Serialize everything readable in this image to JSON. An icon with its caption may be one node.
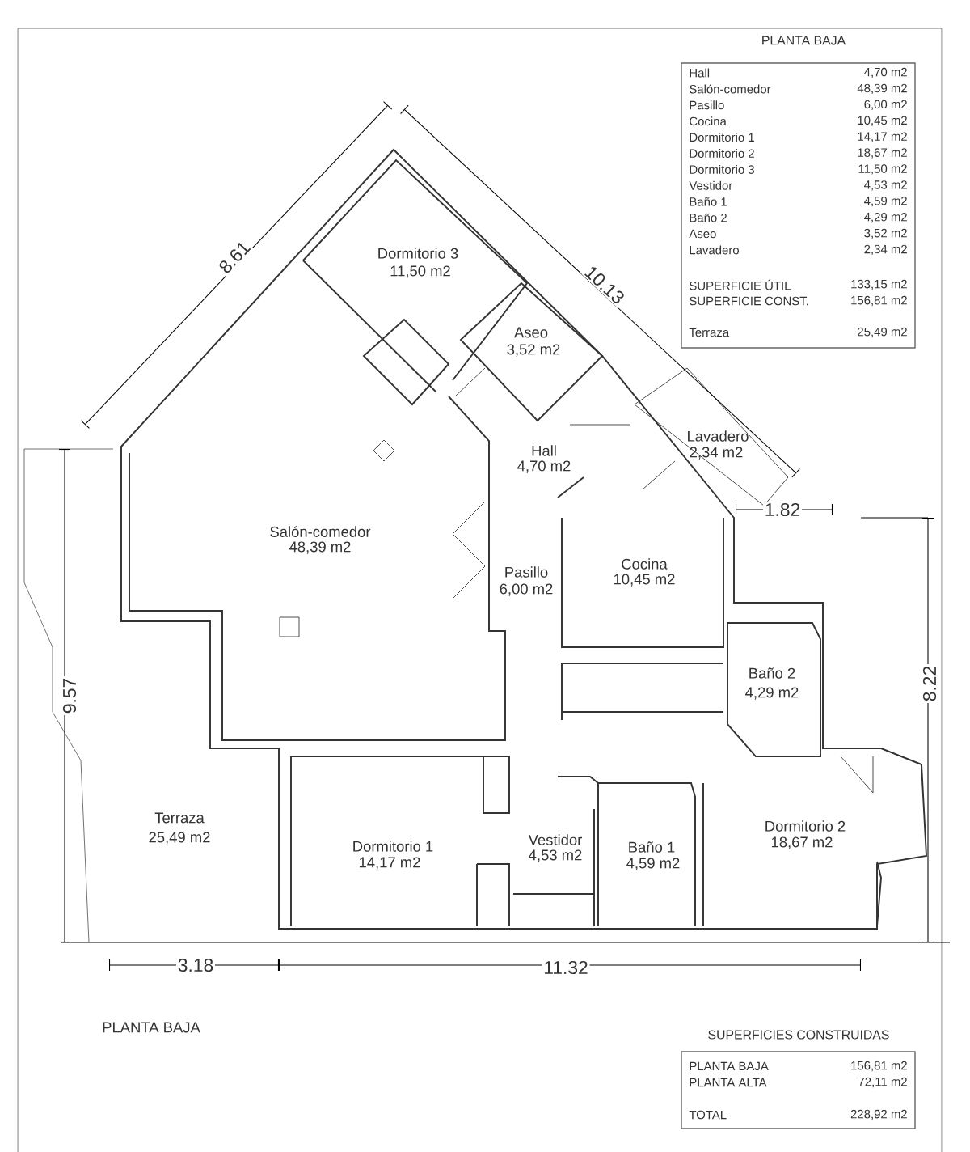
{
  "diagram": {
    "labels": [
      "PLANTA BAJA",
      "Hall",
      "4,70 m2",
      "Salón-comedor",
      "48,39 m2",
      "Pasillo",
      "6,00 m2",
      "Cocina",
      "10,45 m2",
      "Dormitorio 1",
      "14,17 m2",
      "Dormitorio 2",
      "18,67 m2",
      "Dormitorio 3",
      "11,50 m2",
      "Vestidor",
      "4,53 m2",
      "Baño 1",
      "4,59 m2",
      "Baño 2",
      "4,29 m2",
      "Aseo",
      "3,52 m2",
      "Lavadero",
      "2,34 m2",
      "SUPERFICIE ÚTIL",
      "133,15 m2",
      "SUPERFICIE CONST.",
      "156,81 m2",
      "Terraza",
      "25,49 m2",
      "8.61",
      "Dormitorio 3",
      "11,50 m2",
      "10.13",
      "Aseo",
      "3,52 m2",
      "Hall",
      "4,70 m2",
      "Lavadero",
      "2,34 m2",
      "1.82",
      "Salón-comedor",
      "48,39 m2",
      "Pasillo",
      "6,00 m2",
      "Cocina",
      "10,45 m2",
      "9.57",
      "Baño 2",
      "4,29 m2",
      "8.22",
      "Terraza",
      "25,49 m2",
      "Dormitorio 1",
      "14,17 m2",
      "Vestidor",
      "4,53 m2",
      "Baño 1",
      "4,59 m2",
      "Dormitorio 2",
      "18,67 m2",
      "3.18",
      "11.32",
      "PLANTA BAJA",
      "SUPERFICIES CONSTRUIDAS",
      "PLANTA BAJA",
      "156,81 m2",
      "PLANTA ALTA",
      "72,11 m2",
      "TOTAL",
      "228,92 m2"
    ]
  }
}
